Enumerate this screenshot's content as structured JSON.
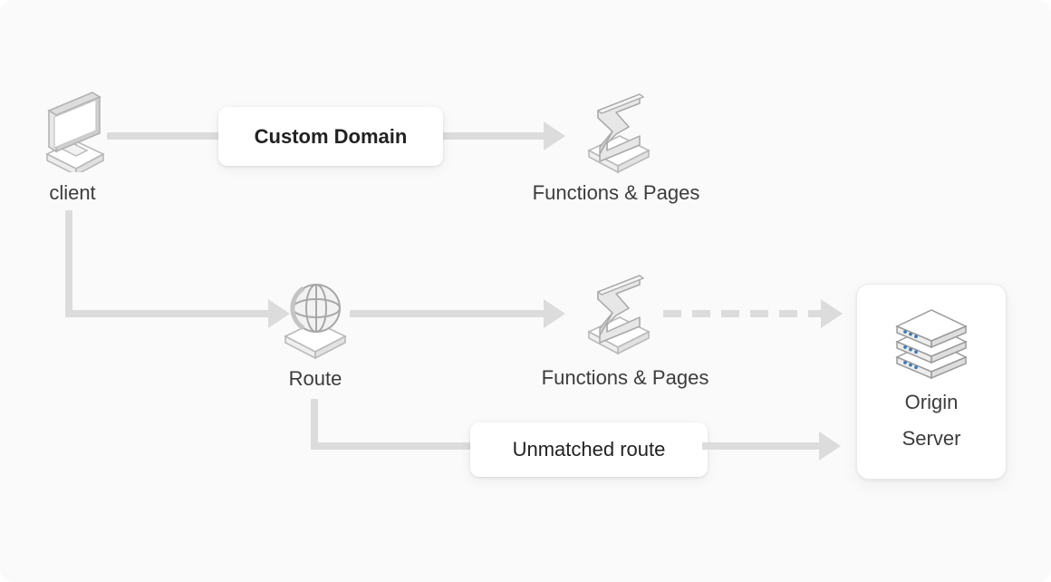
{
  "diagram": {
    "title": "Cloudflare request routing diagram",
    "background_color": "#fafafa",
    "line_color": "#dcdcdc",
    "text_color": "#3c3c3c",
    "accent_color": "#3d7ab8"
  },
  "nodes": {
    "client": {
      "label": "client",
      "icon": "monitor-isometric-icon"
    },
    "functions_top": {
      "label": "Functions & Pages",
      "icon": "sigma-isometric-icon"
    },
    "route": {
      "label": "Route",
      "icon": "globe-isometric-icon"
    },
    "functions_bottom": {
      "label": "Functions & Pages",
      "icon": "sigma-isometric-icon"
    },
    "origin_server": {
      "line1": "Origin",
      "line2": "Server",
      "icon": "server-stack-icon"
    }
  },
  "edge_labels": {
    "custom_domain": "Custom Domain",
    "unmatched_route": "Unmatched route"
  }
}
